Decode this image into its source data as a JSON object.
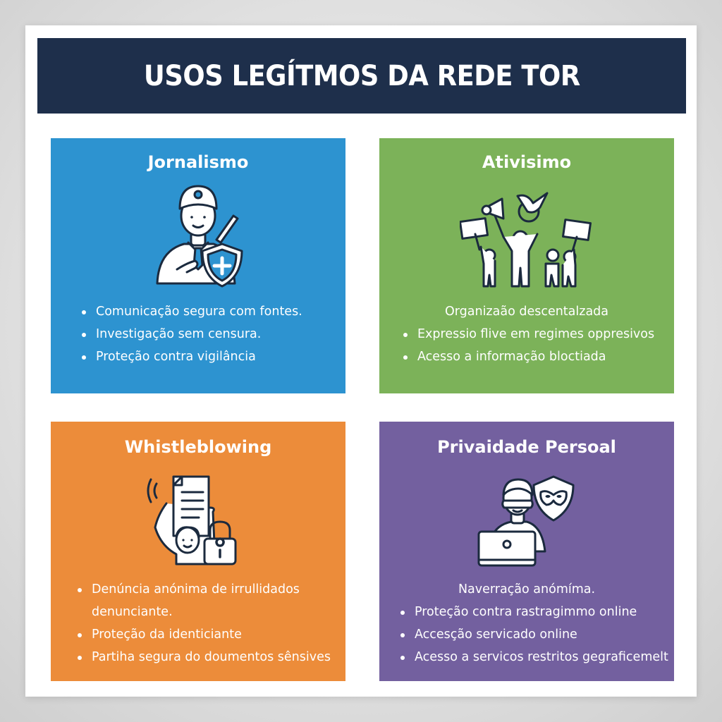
{
  "header": {
    "title": "USOS LEGÍTMOS DA REDE TOR"
  },
  "colors": {
    "header_bg": "#1e2f4b",
    "jornalismo": "#2d93d0",
    "ativismo": "#7cb259",
    "whistleblowing": "#ec8c3a",
    "privacidade": "#73609f"
  },
  "panels": {
    "jornalismo": {
      "title": "Jornalismo",
      "icon": "journalist-shield-icon",
      "items": [
        "Comunicação segura com fontes.",
        "Investigação sem censura.",
        "Proteção contra vigilância"
      ]
    },
    "ativismo": {
      "title": "Ativisimo",
      "icon": "protest-crowd-icon",
      "intro": "Organizaão descentalzada",
      "items": [
        "Expressio flive em regimes oppresivos",
        "Acesso a informação bloctiada"
      ]
    },
    "whistleblowing": {
      "title": "Whistleblowing",
      "icon": "document-lock-icon",
      "items": [
        "Denúncia anónima de irrullidados",
        "Proteção da identiciante",
        "Partiha segura do doumentos sênsives"
      ],
      "item0_continuation": "denunciante."
    },
    "privacidade": {
      "title": "Privaidade Persoal",
      "icon": "laptop-mask-shield-icon",
      "intro": "Naverração anómíma.",
      "items": [
        "Proteção contra rastragimmo online",
        "Accesção servicado online",
        "Acesso a servicos restritos gegraficemelt"
      ]
    }
  }
}
